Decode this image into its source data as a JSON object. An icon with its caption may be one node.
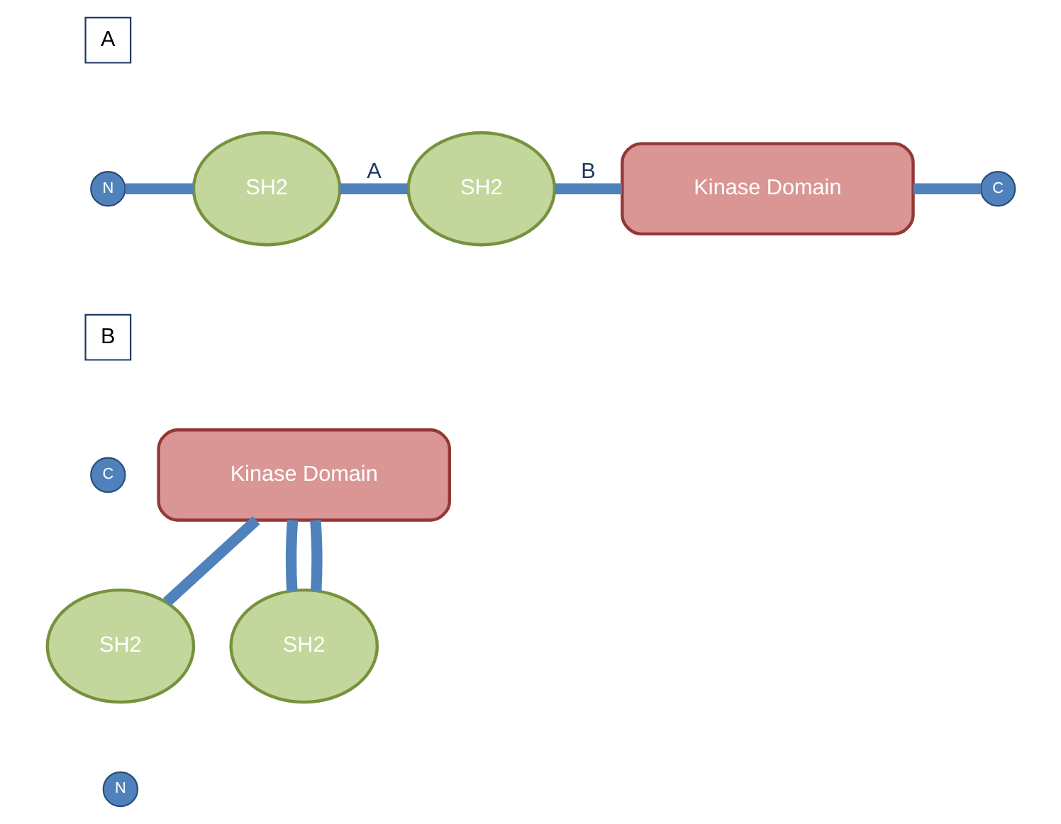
{
  "diagram": {
    "nodes": [
      {
        "text": [
          "A"
        ]
      },
      {
        "text": [
          "N"
        ]
      },
      {
        "text": [
          "SH2"
        ]
      },
      {
        "text": [
          "SH2"
        ]
      },
      {
        "text": [
          "Kinase Domain"
        ]
      },
      {
        "text": [
          "C"
        ]
      },
      {
        "text": [
          "B"
        ]
      },
      {
        "text": [
          "C"
        ]
      },
      {
        "text": [
          "Kinase Domain"
        ]
      },
      {
        "text": [
          "SH2"
        ]
      },
      {
        "text": [
          "SH2"
        ]
      },
      {
        "text": [
          "N"
        ]
      }
    ],
    "edges": [
      {
        "from": 1,
        "to": 2,
        "arrow": "none",
        "color": "#4f81bd"
      },
      {
        "from": 2,
        "to": 3,
        "arrow": "none",
        "label": "A",
        "color": "#4f81bd"
      },
      {
        "from": 3,
        "to": 4,
        "arrow": "none",
        "label": "B",
        "color": "#4f81bd"
      },
      {
        "from": 4,
        "to": 5,
        "arrow": "none",
        "color": "#4f81bd"
      },
      {
        "from": 9,
        "to": 8,
        "arrow": "none",
        "color": "#4f81bd"
      },
      {
        "from": 8,
        "to": 10,
        "arrow": "none",
        "color": "#4f81bd"
      },
      {
        "from": 10,
        "to": 8,
        "arrow": "none",
        "color": "#4f81bd"
      }
    ]
  }
}
